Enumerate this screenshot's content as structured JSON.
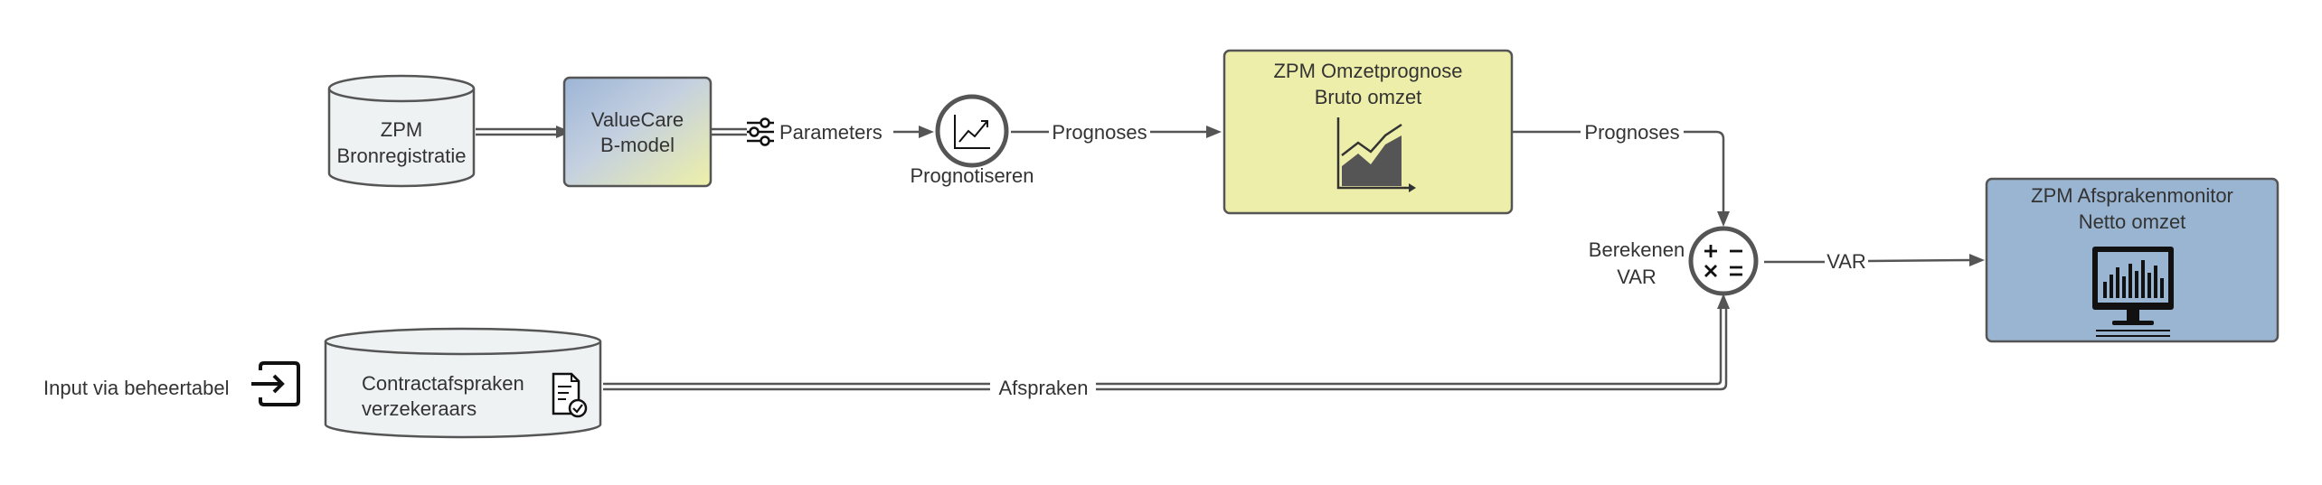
{
  "nodes": {
    "bronregistratie": {
      "line1": "ZPM",
      "line2": "Bronregistratie",
      "fill": "#eef2f2"
    },
    "valuecare": {
      "line1": "ValueCare",
      "line2": "B-model",
      "gradient_from": "#9db5d6",
      "gradient_to": "#eef0a8"
    },
    "prognotiseren": {
      "label": "Prognotiseren"
    },
    "omzetprognose": {
      "line1": "ZPM Omzetprognose",
      "line2": "Bruto omzet",
      "fill": "#eeeeab"
    },
    "berekenen": {
      "line1": "Berekenen",
      "line2": "VAR"
    },
    "afsprakenmonitor": {
      "line1": "ZPM Afsprakenmonitor",
      "line2": "Netto omzet",
      "fill": "#9ab5d2"
    },
    "contractafspraken": {
      "line1": "Contractafspraken",
      "line2": "verzekeraars",
      "fill": "#eef2f2"
    },
    "input": {
      "label": "Input via beheertabel"
    }
  },
  "edges": {
    "parameters": "Parameters",
    "prognoses_1": "Prognoses",
    "prognoses_2": "Prognoses",
    "var": "VAR",
    "afspraken": "Afspraken"
  },
  "colors": {
    "stroke": "#555555",
    "text": "#333333",
    "icon": "#111111"
  }
}
